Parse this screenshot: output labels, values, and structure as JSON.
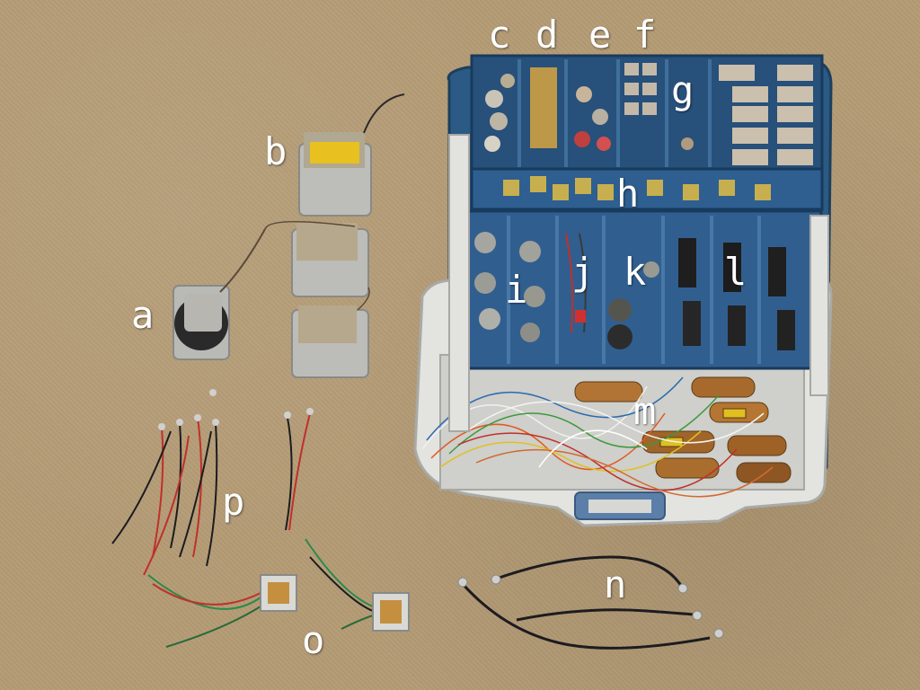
{
  "labels": {
    "a": "a",
    "b": "b",
    "c": "c",
    "d": "d",
    "e": "e",
    "f": "f",
    "g": "g",
    "h": "h",
    "i": "i",
    "j": "j",
    "k": "k",
    "l": "l",
    "m": "m",
    "n": "n",
    "o": "o",
    "p": "p"
  },
  "colors": {
    "carpet": "#b59c76",
    "tackle_box_blue": "#2f5f8a",
    "tackle_box_grey": "#e6e6e4",
    "wire_red": "#c0302a",
    "wire_black": "#1c1c20"
  }
}
